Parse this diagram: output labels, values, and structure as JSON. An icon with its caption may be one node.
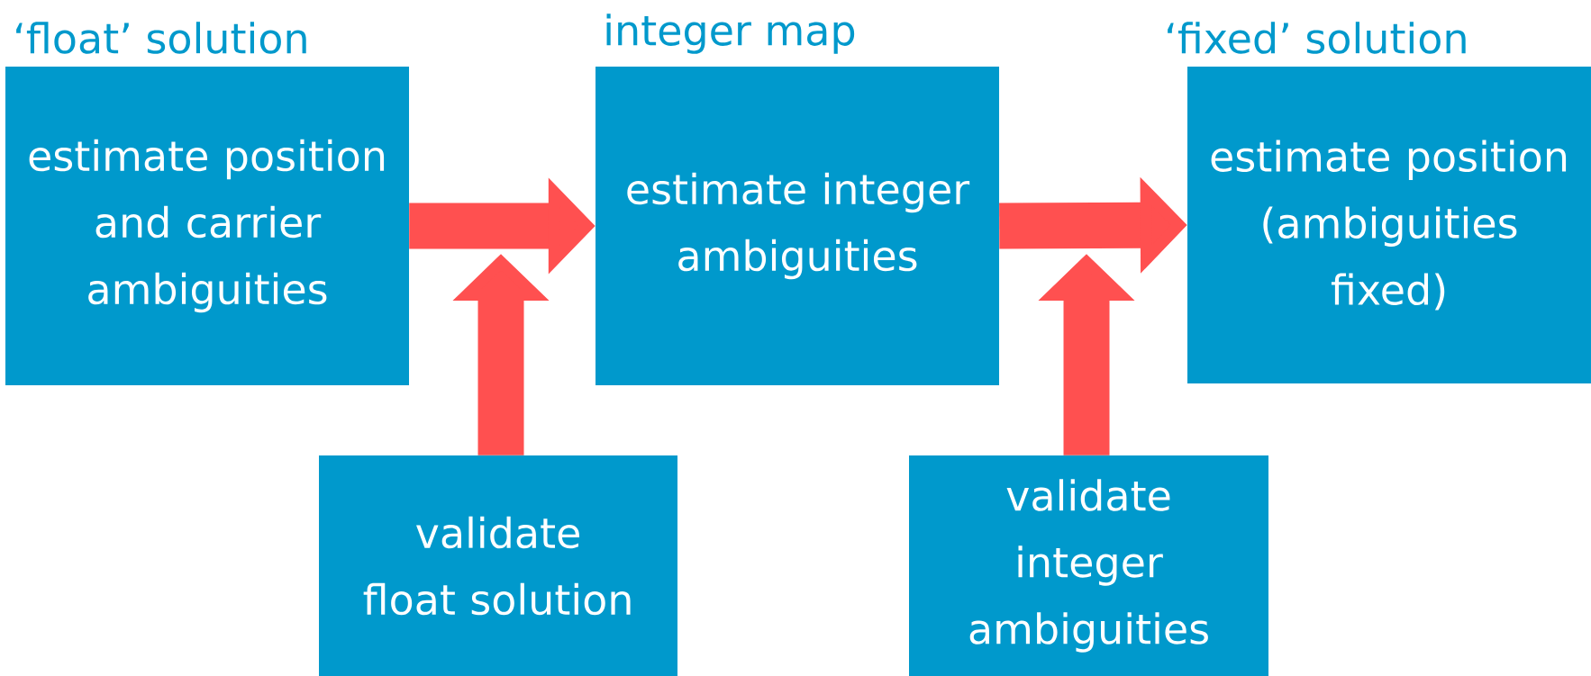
{
  "diagram": {
    "nodes": [
      {
        "text": [
          "‘float’ solution",
          "estimate position and carrier ambiguities"
        ]
      },
      {
        "text": [
          "integer map",
          "estimate integer ambiguities"
        ]
      },
      {
        "text": [
          "‘fixed’ solution",
          "estimate position (ambiguities fixed)"
        ]
      },
      {
        "text": [
          "validate float solution"
        ]
      },
      {
        "text": [
          "validate integer ambiguities"
        ]
      }
    ],
    "edges": [
      {
        "from": 0,
        "to": 1,
        "arrow": "to"
      },
      {
        "from": 3,
        "to": 1,
        "arrow": "to"
      },
      {
        "from": 1,
        "to": 2,
        "arrow": "to"
      },
      {
        "from": 4,
        "to": 2,
        "arrow": "to"
      }
    ]
  }
}
